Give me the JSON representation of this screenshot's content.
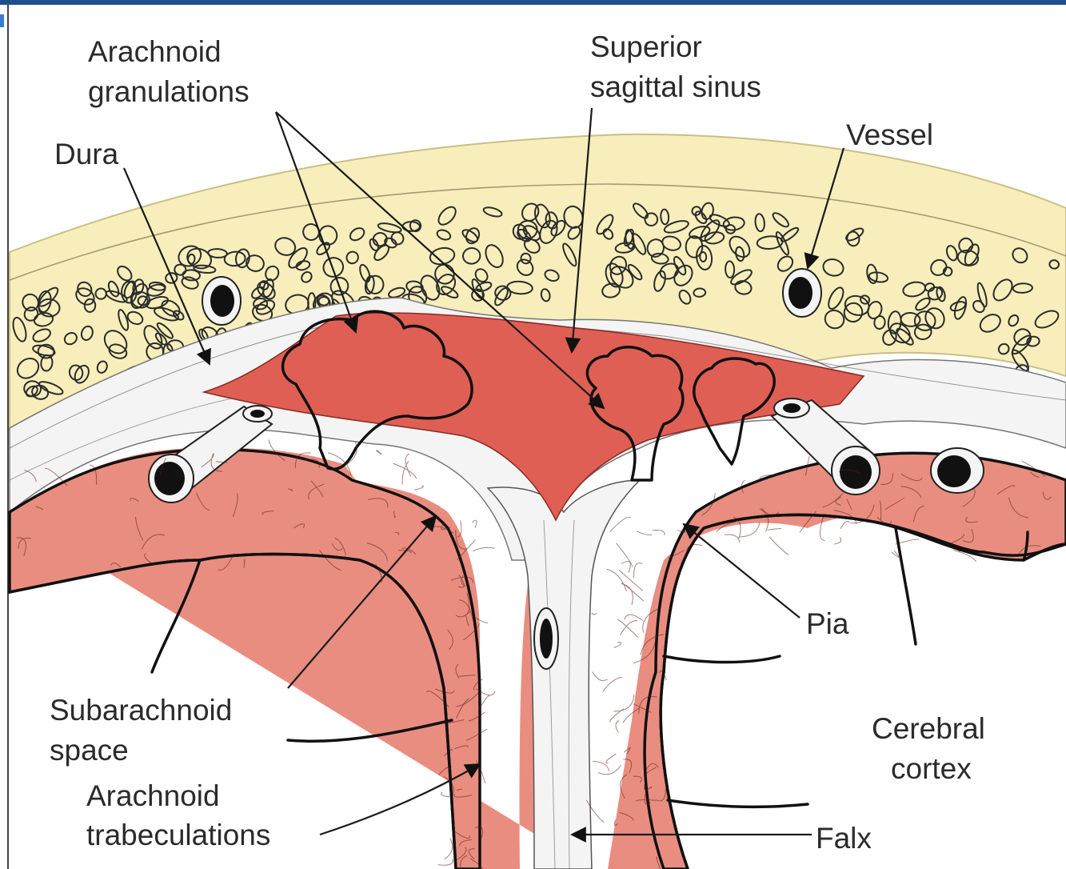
{
  "labels": {
    "arachnoid_granulations_1": "Arachnoid",
    "arachnoid_granulations_2": "granulations",
    "superior_sagittal_sinus_1": "Superior",
    "superior_sagittal_sinus_2": "sagittal sinus",
    "dura": "Dura",
    "vessel": "Vessel",
    "pia": "Pia",
    "subarachnoid_space_1": "Subarachnoid",
    "subarachnoid_space_2": "space",
    "cerebral_cortex_1": "Cerebral",
    "cerebral_cortex_2": "cortex",
    "arachnoid_trabeculations_1": "Arachnoid",
    "arachnoid_trabeculations_2": "trabeculations",
    "falx": "Falx"
  },
  "colors": {
    "bone": "#f7eebb",
    "bone_edge": "#d8cf97",
    "subarachnoid": "#e98d80",
    "sinus": "#df5f55",
    "granulation": "#e8847a",
    "dura_membrane": "#f4f4f4",
    "outline": "#111111",
    "brand_bar": "#1f4e8a"
  }
}
